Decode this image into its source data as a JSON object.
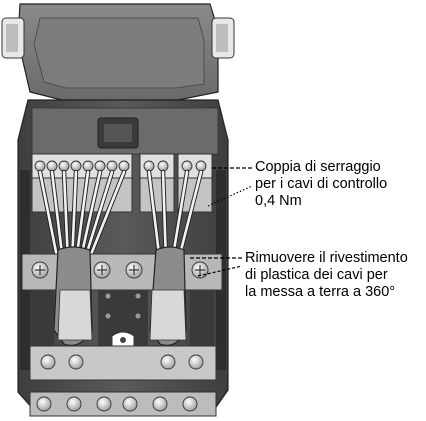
{
  "callouts": {
    "torque": {
      "lines": [
        "Coppia di serraggio",
        "per i cavi di controllo",
        "0,4 Nm"
      ]
    },
    "shield": {
      "lines": [
        "Rimuovere il rivestimento",
        "di plastica dei cavi per",
        "la messa a terra a 360°"
      ]
    }
  },
  "colors": {
    "housing_dark": "#4a4a4a",
    "housing_mid": "#6e6e6e",
    "housing_light": "#9a9a9a",
    "terminal_light": "#d8d8d8",
    "wire": "#f2f2f2",
    "clamp": "#8c8c8c",
    "background": "#ffffff"
  }
}
